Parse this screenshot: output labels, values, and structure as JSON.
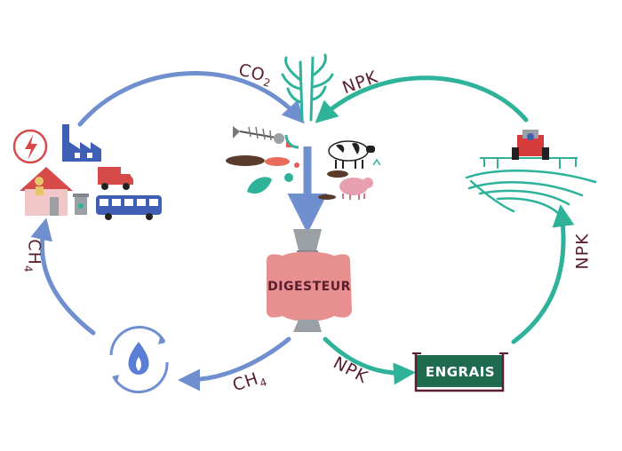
{
  "labels": {
    "co2": "CO",
    "co2_sub": "2",
    "npk_top": "NPK",
    "ch4_left": "CH",
    "ch4_left_sub": "4",
    "ch4_bottom": "CH",
    "ch4_bottom_sub": "4",
    "npk_bottom": "NPK",
    "npk_right": "NPK",
    "digesteur": "DIGESTEUR",
    "engrais": "ENGRAIS"
  },
  "colors": {
    "blue_arrow": "#6f8fcf",
    "green_arrow": "#2eb39a",
    "digester_body": "#e88f8f",
    "digester_metal": "#9aa0a6",
    "engrais_box": "#1f6b4f",
    "label_text": "#5b1e2e",
    "house_red": "#d64a4a",
    "bus_blue": "#3e5fb3",
    "tractor_red": "#d63b3b"
  },
  "icons": [
    "plant-icon",
    "fish-skeleton-icon",
    "watermelon-icon",
    "leaf-icon",
    "cow-icon",
    "pig-icon",
    "electricity-icon",
    "factory-icon",
    "house-icon",
    "truck-icon",
    "bus-icon",
    "bin-icon",
    "flame-cycle-icon",
    "tractor-icon",
    "field-icon",
    "digester-icon",
    "engrais-box-icon"
  ]
}
